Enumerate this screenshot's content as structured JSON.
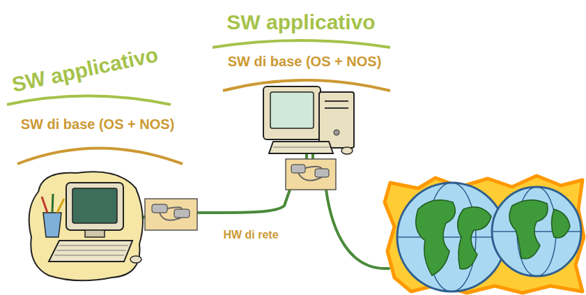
{
  "diagram": {
    "labels": [
      "SW applicativo",
      "SW di base (OS + NOS)",
      "SW applicativo",
      "SW di base (OS + NOS)",
      "HW di rete"
    ]
  }
}
